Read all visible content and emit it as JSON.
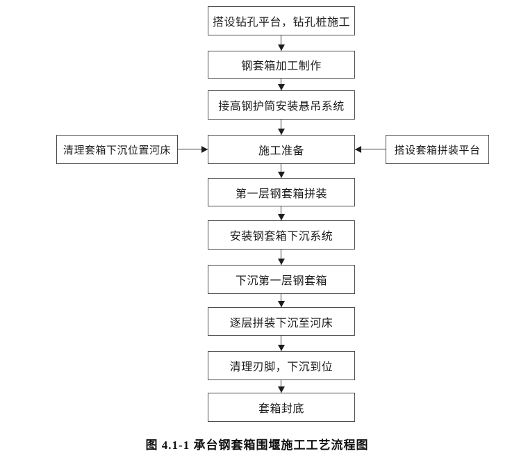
{
  "figure": {
    "caption": "图 4.1-1 承台钢套箱围堰施工工艺流程图"
  },
  "flowchart": {
    "main_steps": [
      {
        "label": "搭设钻孔平台，钻孔桩施工"
      },
      {
        "label": "钢套箱加工制作"
      },
      {
        "label": "接高钢护筒安装悬吊系统"
      },
      {
        "label": "施工准备"
      },
      {
        "label": "第一层钢套箱拼装"
      },
      {
        "label": "安装钢套箱下沉系统"
      },
      {
        "label": "下沉第一层钢套箱"
      },
      {
        "label": "逐层拼装下沉至河床"
      },
      {
        "label": "清理刃脚，下沉到位"
      },
      {
        "label": "套箱封底"
      }
    ],
    "side_inputs": [
      {
        "label": "清理套箱下沉位置河床",
        "side": "left",
        "target": "施工准备"
      },
      {
        "label": "搭设套箱拼装平台",
        "side": "right",
        "target": "施工准备"
      }
    ],
    "colors": {
      "background": "#ffffff",
      "box_border": "#4a4a4a",
      "text": "#1c1c1c",
      "arrow": "#1c1c1c"
    }
  }
}
